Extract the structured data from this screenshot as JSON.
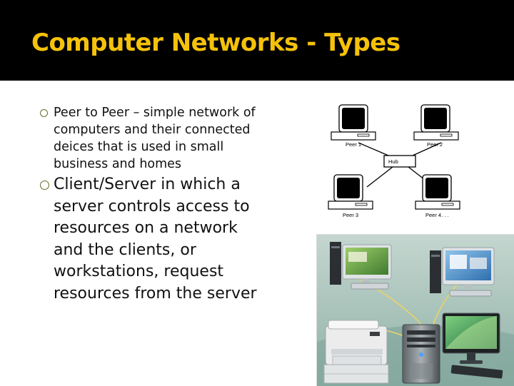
{
  "slide": {
    "title": "Computer Networks - Types",
    "bullets": [
      {
        "text": "Peer to Peer – simple network of computers and their connected deices that is used in small business and homes"
      },
      {
        "text": "Client/Server in which a server controls access to resources on a network and the clients, or workstations, request resources from the server"
      }
    ]
  },
  "diagram": {
    "hub_label": "Hub",
    "peers": [
      {
        "label": "Peer 1"
      },
      {
        "label": "Peer 2"
      },
      {
        "label": "Peer 3"
      },
      {
        "label": "Peer 4. . ."
      }
    ]
  },
  "colors": {
    "title": "#f5c20a",
    "title_bar": "#000000",
    "bullet_marker": "#6b6b2a"
  }
}
